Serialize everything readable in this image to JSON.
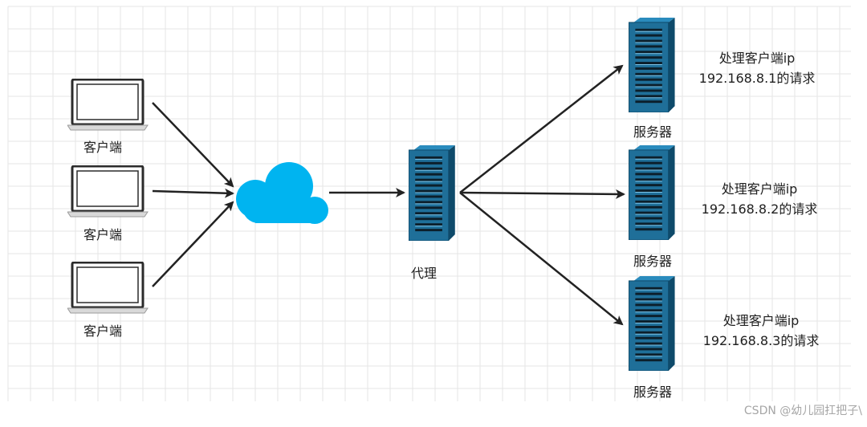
{
  "diagram": {
    "clients": [
      {
        "label": "客户端",
        "icon": "laptop-icon"
      },
      {
        "label": "客户端",
        "icon": "laptop-icon"
      },
      {
        "label": "客户端",
        "icon": "laptop-icon"
      }
    ],
    "network": {
      "icon": "cloud-icon",
      "color": "#00b4f0"
    },
    "proxy": {
      "label": "代理",
      "icon": "server-icon"
    },
    "servers": [
      {
        "label": "服务器",
        "note_line1": "处理客户端ip",
        "note_line2": "192.168.8.1的请求",
        "icon": "server-icon"
      },
      {
        "label": "服务器",
        "note_line1": "处理客户端ip",
        "note_line2": "192.168.8.2的请求",
        "icon": "server-icon"
      },
      {
        "label": "服务器",
        "note_line1": "处理客户端ip",
        "note_line2": "192.168.8.3的请求",
        "icon": "server-icon"
      }
    ],
    "colors": {
      "grid": "#e6e6e6",
      "arrow": "#222222",
      "server_body": "#1f6f99",
      "server_dark": "#0e4a6a",
      "server_light": "#2a8bbd",
      "laptop_frame": "#2b2b2b",
      "laptop_base": "#d9d9d9"
    }
  },
  "watermark": "CSDN @幼儿园扛把子\\"
}
